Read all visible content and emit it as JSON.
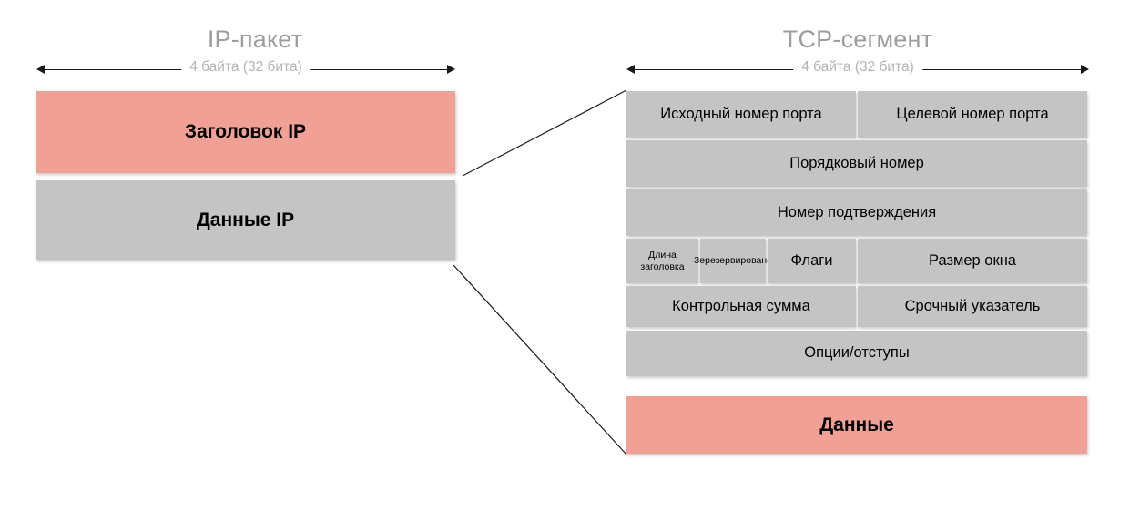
{
  "ip_packet": {
    "title": "IP-пакет",
    "ruler_caption": "4 байта (32 бита)",
    "blocks": [
      {
        "label": "Заголовок IP",
        "color": "#f0a094"
      },
      {
        "label": "Данные IP",
        "color": "#c4c4c4"
      }
    ]
  },
  "tcp_segment": {
    "title": "TCP-сегмент",
    "ruler_caption": "4 байта (32 бита)",
    "header_rows": [
      {
        "cells": [
          {
            "label": "Исходный номер порта"
          },
          {
            "label": "Целевой номер порта"
          }
        ]
      },
      {
        "cells": [
          {
            "label": "Порядковый номер"
          }
        ]
      },
      {
        "cells": [
          {
            "label": "Номер подтверждения"
          }
        ]
      },
      {
        "cells": [
          {
            "label": "Длина заголовка"
          },
          {
            "label": "Зерезервировано"
          },
          {
            "label": "Флаги"
          },
          {
            "label": "Размер окна"
          }
        ]
      },
      {
        "cells": [
          {
            "label": "Контрольная сумма"
          },
          {
            "label": "Срочный указатель"
          }
        ]
      },
      {
        "cells": [
          {
            "label": "Опции/отступы"
          }
        ]
      }
    ],
    "data_block": {
      "label": "Данные",
      "color": "#f0a094"
    }
  },
  "colors": {
    "salmon": "#f0a094",
    "gray": "#c4c4c4",
    "title_gray": "#9d9d9d",
    "caption_gray": "#b3b3b3",
    "line": "#1a1a1a",
    "background": "#ffffff"
  }
}
